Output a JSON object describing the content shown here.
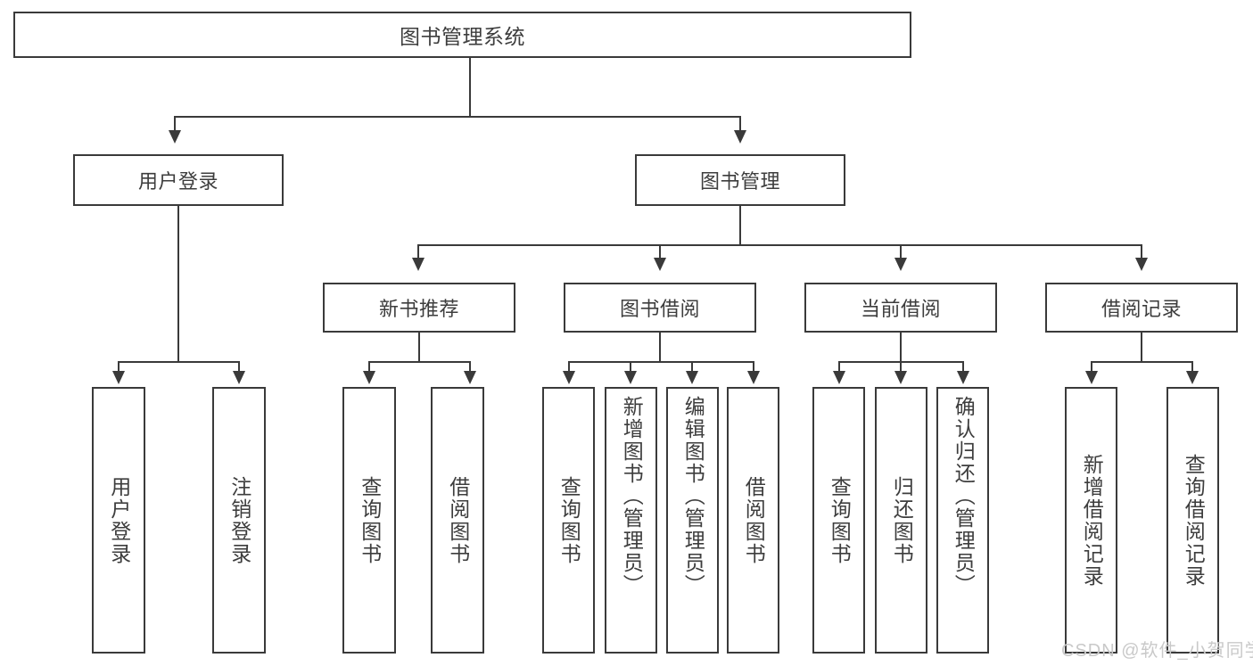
{
  "diagram": {
    "type": "tree",
    "title": "图书管理系统",
    "root": {
      "label": "图书管理系统"
    },
    "level2": [
      {
        "label": "用户登录"
      },
      {
        "label": "图书管理"
      }
    ],
    "level3": [
      {
        "label": "新书推荐"
      },
      {
        "label": "图书借阅"
      },
      {
        "label": "当前借阅"
      },
      {
        "label": "借阅记录"
      }
    ],
    "leaves": {
      "user_login": [
        {
          "label": "用户登录"
        },
        {
          "label": "注销登录"
        }
      ],
      "new_book_recommend": [
        {
          "label": "查询图书"
        },
        {
          "label": "借阅图书"
        }
      ],
      "book_borrow": [
        {
          "label": "查询图书"
        },
        {
          "label": "新增图书（管理员）"
        },
        {
          "label": "编辑图书（管理员）"
        },
        {
          "label": "借阅图书"
        }
      ],
      "current_borrow": [
        {
          "label": "查询图书"
        },
        {
          "label": "归还图书"
        },
        {
          "label": "确认归还（管理员）"
        }
      ],
      "borrow_record": [
        {
          "label": "新增借阅记录"
        },
        {
          "label": "查询借阅记录"
        }
      ]
    }
  },
  "watermark": {
    "text": "CSDN @软件_小贺同学"
  },
  "colors": {
    "stroke": "#3a3a3a",
    "text": "#3d3d3d",
    "background": "#ffffff",
    "watermark": "#c9c9c9"
  }
}
